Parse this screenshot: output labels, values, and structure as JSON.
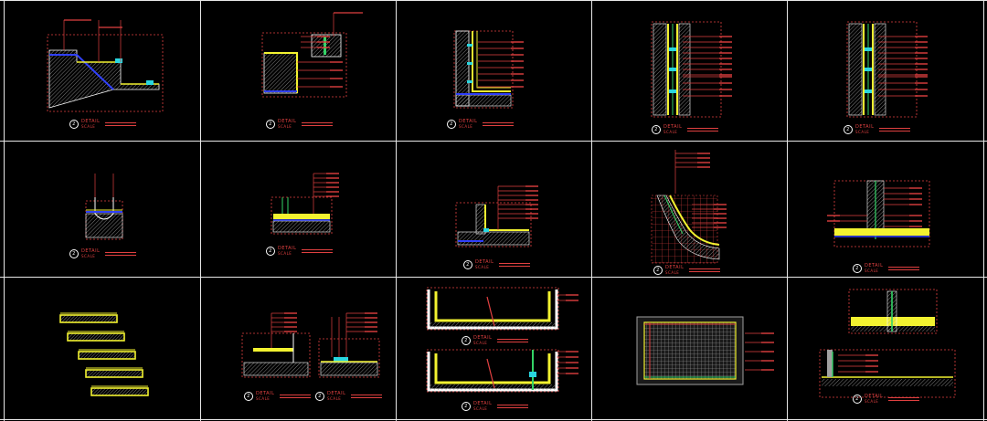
{
  "sheet": {
    "background": "#000000",
    "grid_color": "#e8e8e8",
    "columns": 5,
    "rows": 3
  },
  "palette": {
    "red": "#e04040",
    "yellow": "#f2f230",
    "green": "#33d466",
    "cyan": "#29d6e0",
    "blue": "#3040ff",
    "white": "#ffffff",
    "gray": "#a0a0a0"
  },
  "caption": {
    "detail_number": "2",
    "detail_label": "DETAIL",
    "scale_label": "SCALE"
  },
  "details": [
    {
      "kind": "stair-nosing"
    },
    {
      "kind": "wall-corner"
    },
    {
      "kind": "wall-section"
    },
    {
      "kind": "glass-partition"
    },
    {
      "kind": "glass-partition"
    },
    {
      "kind": "floor-channel"
    },
    {
      "kind": "floor-step"
    },
    {
      "kind": "wall-base"
    },
    {
      "kind": "curved-wall"
    },
    {
      "kind": "partition-floor"
    },
    {
      "kind": "stair-flight"
    },
    {
      "kind": "twin-bases"
    },
    {
      "kind": "pool-section"
    },
    {
      "kind": "mesh-plan"
    },
    {
      "kind": "column-base"
    }
  ]
}
